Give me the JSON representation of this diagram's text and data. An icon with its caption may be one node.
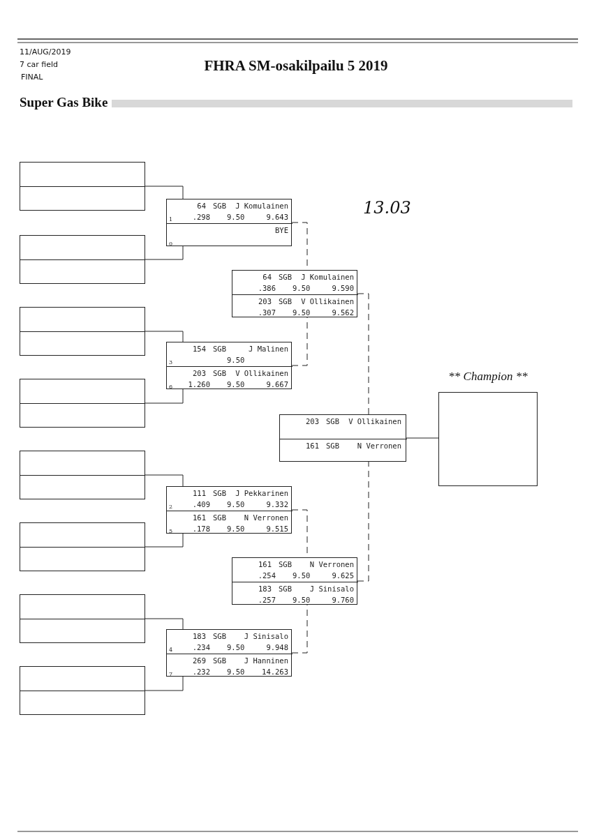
{
  "diagram": {
    "title": "FHRA SM-osakilpailu 5 2019",
    "nodes": [
      {
        "text": [],
        "shape": "box"
      },
      {
        "text": [],
        "shape": "box"
      },
      {
        "text": [],
        "shape": "box"
      },
      {
        "text": [],
        "shape": "box"
      },
      {
        "text": [],
        "shape": "box"
      },
      {
        "text": [],
        "shape": "box"
      },
      {
        "text": [],
        "shape": "box"
      },
      {
        "text": [],
        "shape": "box"
      },
      {
        "text": [],
        "shape": "box"
      },
      {
        "text": [
          "64",
          "SGB",
          "J Komulainen",
          "1",
          ".298",
          "9.50",
          "9.643"
        ],
        "in": 8
      },
      {
        "text": [
          "BYE",
          "0"
        ],
        "in": 8
      },
      {
        "text": [],
        "shape": "box"
      },
      {
        "text": [
          "154",
          "SGB",
          "J Malinen",
          "3",
          "9.50"
        ],
        "in": 11
      },
      {
        "text": [
          "203",
          "SGB",
          "V Ollikainen",
          "6",
          "1.260",
          "9.50",
          "9.667"
        ],
        "in": 11
      },
      {
        "text": [],
        "shape": "box"
      },
      {
        "text": [
          "111",
          "SGB",
          "J Pekkarinen",
          "2",
          ".409",
          "9.50",
          "9.332"
        ],
        "in": 14
      },
      {
        "text": [
          "161",
          "SGB",
          "N Verronen",
          "5",
          ".178",
          "9.50",
          "9.515"
        ],
        "in": 14
      },
      {
        "text": [],
        "shape": "box"
      },
      {
        "text": [
          "183",
          "SGB",
          "J Sinisalo",
          "4",
          ".234",
          "9.50",
          "9.948"
        ],
        "in": 17
      },
      {
        "text": [
          "269",
          "SGB",
          "J Hanninen",
          "7",
          ".232",
          "9.50",
          "14.263"
        ],
        "in": 17
      },
      {
        "text": [],
        "shape": "box"
      },
      {
        "text": [
          "64",
          "SGB",
          "J Komulainen",
          ".386",
          "9.50",
          "9.590"
        ],
        "in": 20
      },
      {
        "text": [
          "203",
          "SGB",
          "V Ollikainen",
          ".307",
          "9.50",
          "9.562"
        ],
        "in": 20
      },
      {
        "text": [],
        "shape": "box"
      },
      {
        "text": [
          "161",
          "SGB",
          "N Verronen",
          ".254",
          "9.50",
          "9.625"
        ],
        "in": 23
      },
      {
        "text": [
          "183",
          "SGB",
          "J Sinisalo",
          ".257",
          "9.50",
          "9.760"
        ],
        "in": 23
      },
      {
        "text": [],
        "shape": "box"
      },
      {
        "text": [
          "203",
          "SGB",
          "V Ollikainen"
        ],
        "in": 26
      },
      {
        "text": [
          "161",
          "SGB",
          "N Verronen"
        ],
        "in": 26
      },
      {
        "text": [
          "** Champion **"
        ]
      }
    ],
    "edges": [
      {
        "from": 0,
        "to": 9,
        "arrow": "none"
      },
      {
        "from": 1,
        "to": 10,
        "arrow": "none"
      },
      {
        "from": 2,
        "to": 12,
        "arrow": "none"
      },
      {
        "from": 3,
        "to": 13,
        "arrow": "none"
      },
      {
        "from": 4,
        "to": 15,
        "arrow": "none"
      },
      {
        "from": 5,
        "to": 16,
        "arrow": "none"
      },
      {
        "from": 6,
        "to": 18,
        "arrow": "none"
      },
      {
        "from": 7,
        "to": 19,
        "arrow": "none"
      },
      {
        "from": 8,
        "to": 21,
        "arrow": "none",
        "style": "dashed"
      },
      {
        "from": 11,
        "to": 22,
        "arrow": "none",
        "style": "dashed"
      },
      {
        "from": 14,
        "to": 24,
        "arrow": "none",
        "style": "dashed"
      },
      {
        "from": 17,
        "to": 25,
        "arrow": "none",
        "style": "dashed"
      },
      {
        "from": 20,
        "to": 27,
        "arrow": "none",
        "style": "dashed"
      },
      {
        "from": 23,
        "to": 28,
        "arrow": "none",
        "style": "dashed"
      },
      {
        "from": 26,
        "to": 29,
        "arrow": "none"
      }
    ],
    "labels": [
      "11/AUG/2019",
      "7 car field",
      "FINAL",
      "Super Gas Bike",
      "13.03"
    ]
  }
}
